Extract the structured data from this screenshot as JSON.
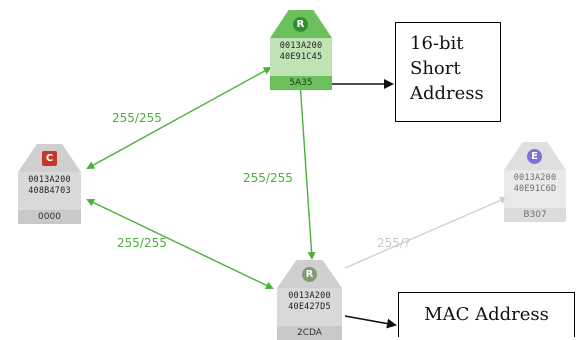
{
  "nodes": {
    "router_top": {
      "role_letter": "R",
      "addr_line1": "0013A200",
      "addr_line2": "40E91C45",
      "short_addr": "5A35",
      "accent": "#4caf50",
      "body_color": "#bfe3b4",
      "short_bg": "#6cc05c"
    },
    "coordinator": {
      "role_letter": "C",
      "addr_line1": "0013A200",
      "addr_line2": "408B4703",
      "short_addr": "0000",
      "accent": "#c0392b",
      "body_color": "#d9d9d9",
      "short_bg": "#c9c9c9"
    },
    "router_bottom": {
      "role_letter": "R",
      "addr_line1": "0013A200",
      "addr_line2": "40E427D5",
      "short_addr": "2CDA",
      "accent": "#7c9c6e",
      "body_color": "#d9d9d9",
      "short_bg": "#c9c9c9"
    },
    "end_device": {
      "role_letter": "E",
      "addr_line1": "0013A200",
      "addr_line2": "40E91C6D",
      "short_addr": "B307",
      "accent": "#6a5acd",
      "body_color": "#e6e6e6",
      "short_bg": "#d6d6d6"
    }
  },
  "links": {
    "top_to_coordinator": "255/255",
    "top_to_bottom": "255/255",
    "coordinator_to_bottom": "255/255",
    "bottom_to_end_device": "255/?"
  },
  "callouts": {
    "short_address": {
      "line1": "16-bit",
      "line2": "Short",
      "line3": "Address"
    },
    "mac_address": "MAC Address"
  },
  "colors": {
    "link_green": "#4caf3a",
    "link_faded": "#cfcfcf",
    "arrow": "#111111"
  }
}
